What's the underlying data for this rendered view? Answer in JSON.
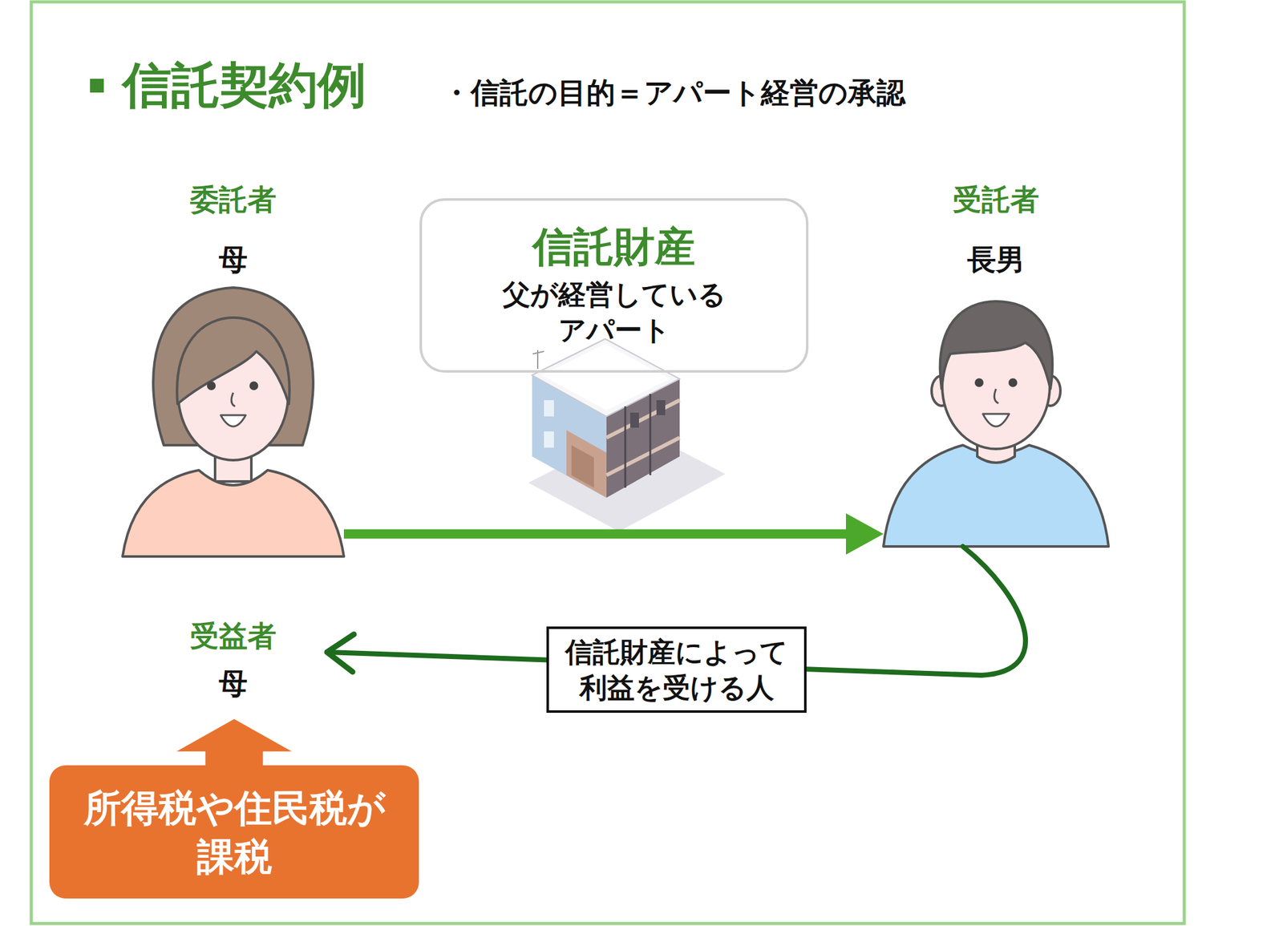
{
  "diagram": {
    "title": "信託契約例",
    "nodes": [
      {
        "text": [
          "委託者",
          "母"
        ]
      },
      {
        "text": [
          "信託財産",
          "父が経営している アパート"
        ]
      },
      {
        "text": [
          "受託者",
          "長男"
        ]
      },
      {
        "text": [
          "受益者",
          "母"
        ]
      },
      {
        "text": [
          "所得税や住民税が 課税"
        ]
      }
    ],
    "edges": [
      {
        "from": 0,
        "to": 2,
        "arrow": "to"
      },
      {
        "from": 2,
        "to": 3,
        "arrow": "to",
        "label": "信託財産によって 利益を受ける人"
      },
      {
        "from": 4,
        "to": 3,
        "arrow": "to"
      }
    ],
    "labels": [
      "・信託の目的＝アパート経営の承認"
    ]
  }
}
